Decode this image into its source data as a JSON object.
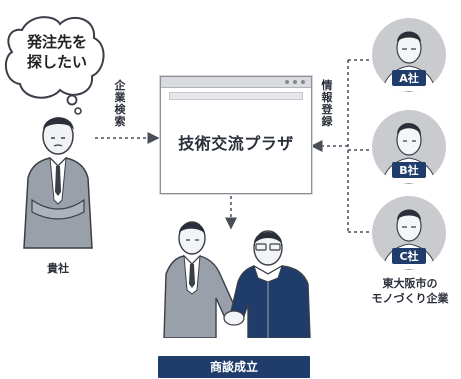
{
  "bubble": {
    "line1": "発注先を",
    "line2": "探したい"
  },
  "left_arrow_label": "企業検索",
  "right_arrow_label": "情報登録",
  "platform": {
    "title": "技術交流プラザ"
  },
  "client_label": "貴社",
  "companies": [
    {
      "label": "A社"
    },
    {
      "label": "B社"
    },
    {
      "label": "C社"
    }
  ],
  "manufacturers_caption": {
    "line1": "東大阪市の",
    "line2": "モノづくり企業"
  },
  "deal_label": "商談成立",
  "colors": {
    "navy": "#1f3c6b",
    "gray": "#c9cbcf",
    "line": "#4a4e58"
  }
}
